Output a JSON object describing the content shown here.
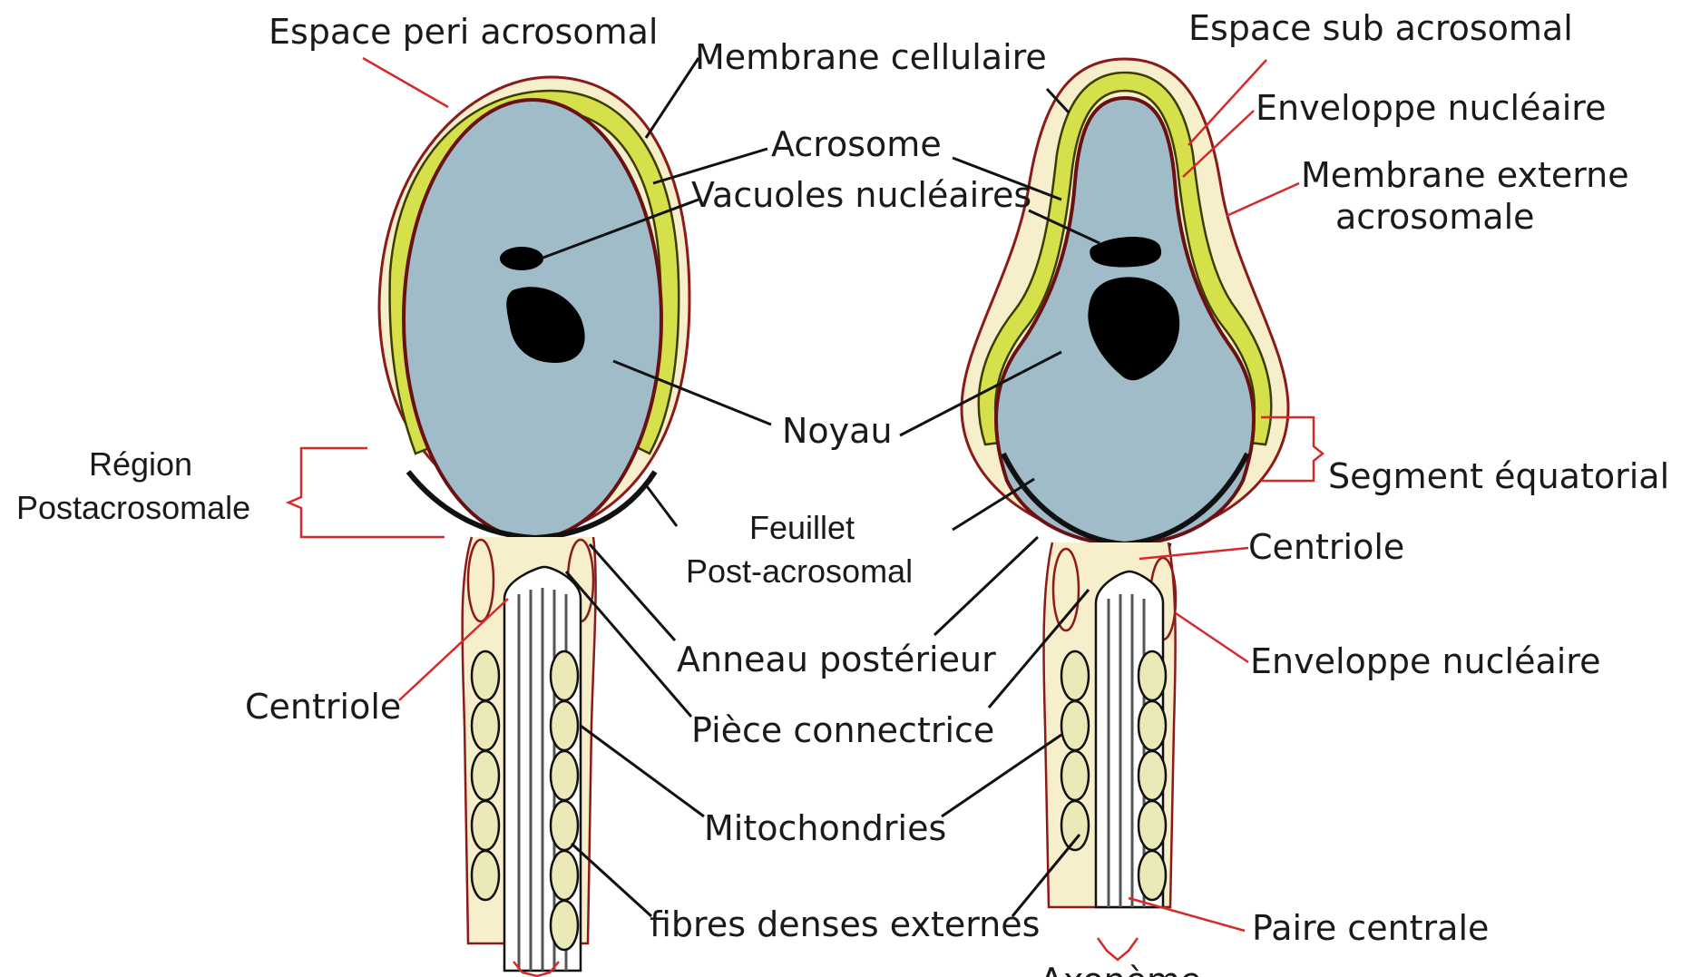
{
  "labels": {
    "espace_peri_acrosomal": "Espace peri acrosomal",
    "membrane_cellulaire": "Membrane cellulaire",
    "espace_sub_acrosomal": "Espace sub acrosomal",
    "enveloppe_nucleaire_top": "Enveloppe nucléaire",
    "acrosome": "Acrosome",
    "vacuoles_nucleaires": "Vacuoles nucléaires",
    "membrane_externe_line1": "Membrane externe",
    "membrane_externe_line2": "acrosomale",
    "noyau": "Noyau",
    "region_line1": "Région",
    "region_line2": "Postacrosomale",
    "segment_equatorial": "Segment équatorial",
    "feuillet_line1": "Feuillet",
    "feuillet_line2": "Post-acrosomal",
    "centriole_right": "Centriole",
    "anneau_posterieur": "Anneau postérieur",
    "enveloppe_nucleaire_bottom": "Enveloppe nucléaire",
    "centriole_left": "Centriole",
    "piece_connectrice": "Pièce connectrice",
    "mitochondries": "Mitochondries",
    "fibres_denses": "fibres denses externes",
    "paire_centrale": "Paire centrale",
    "axoneme": "Axonème"
  },
  "colors": {
    "nucleus": "#9fbcc8",
    "acrosome": "#d6e04a",
    "membrane": "#f7eecb",
    "membrane_line": "#8b1a1a",
    "mitochondria": "#ece9b8",
    "vacuole": "#000000",
    "leader_black": "#111111",
    "leader_red": "#d42a2a"
  }
}
